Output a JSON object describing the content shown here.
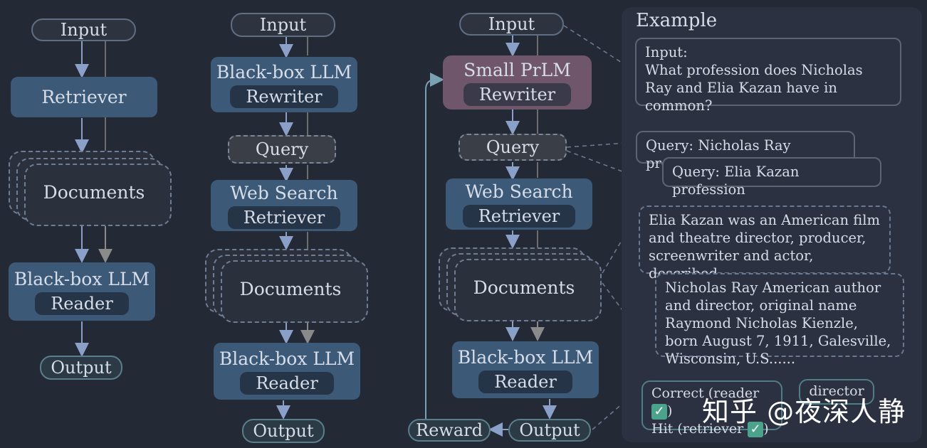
{
  "pipeline_a": {
    "input": "Input",
    "retriever": "Retriever",
    "documents": "Documents",
    "reader_title": "Black-box LLM",
    "reader_sub": "Reader",
    "output": "Output"
  },
  "pipeline_b": {
    "input": "Input",
    "rewriter_title": "Black-box LLM",
    "rewriter_sub": "Rewriter",
    "query": "Query",
    "retriever_title": "Web Search",
    "retriever_sub": "Retriever",
    "documents": "Documents",
    "reader_title": "Black-box LLM",
    "reader_sub": "Reader",
    "output": "Output"
  },
  "pipeline_c": {
    "input": "Input",
    "rewriter_title": "Small PrLM",
    "rewriter_sub": "Rewriter",
    "query": "Query",
    "retriever_title": "Web Search",
    "retriever_sub": "Retriever",
    "documents": "Documents",
    "reader_title": "Black-box LLM",
    "reader_sub": "Reader",
    "output": "Output",
    "reward": "Reward"
  },
  "example": {
    "title": "Example",
    "input_label": "Input:",
    "input_text": "What profession does Nicholas Ray and Elia Kazan have in common?",
    "query_1": "Query: Nicholas Ray profession",
    "query_2": "Query: Elia Kazan profession",
    "doc_1": "Elia Kazan was an American film and theatre director, producer, screenwriter and actor, described  ......",
    "doc_2": "Nicholas Ray American author and director, original name Raymond Nicholas Kienzle, born August 7, 1911, Galesville, Wisconsin, U.S......",
    "correct": "Correct (reader",
    "hit": "Hit (retriever",
    "answer": "director",
    "check_icon": "✓"
  },
  "watermark": "知乎 @夜深人静"
}
